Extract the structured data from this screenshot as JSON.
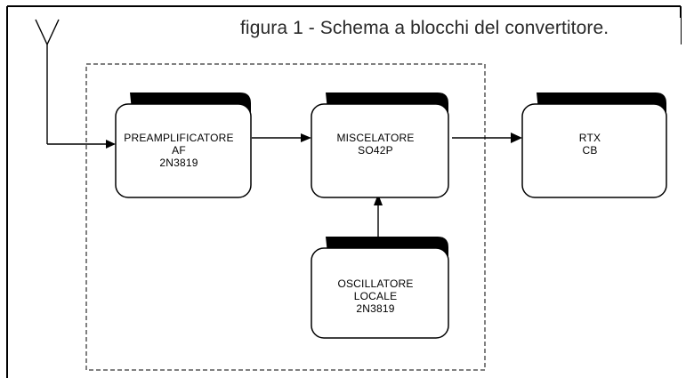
{
  "caption": "figura 1 - Schema a blocchi del convertitore.",
  "blocks": {
    "preamp": {
      "line1": "PREAMPLIFICATORE",
      "line2": "AF",
      "line3": "2N3819"
    },
    "mixer": {
      "line1": "MISCELATORE",
      "line2": "SO42P"
    },
    "rtx": {
      "line1": "RTX",
      "line2": "CB"
    },
    "oscillator": {
      "line1": "OSCILLATORE",
      "line2": "LOCALE",
      "line3": "2N3819"
    }
  },
  "colors": {
    "ink": "#000000",
    "background": "#ffffff"
  }
}
